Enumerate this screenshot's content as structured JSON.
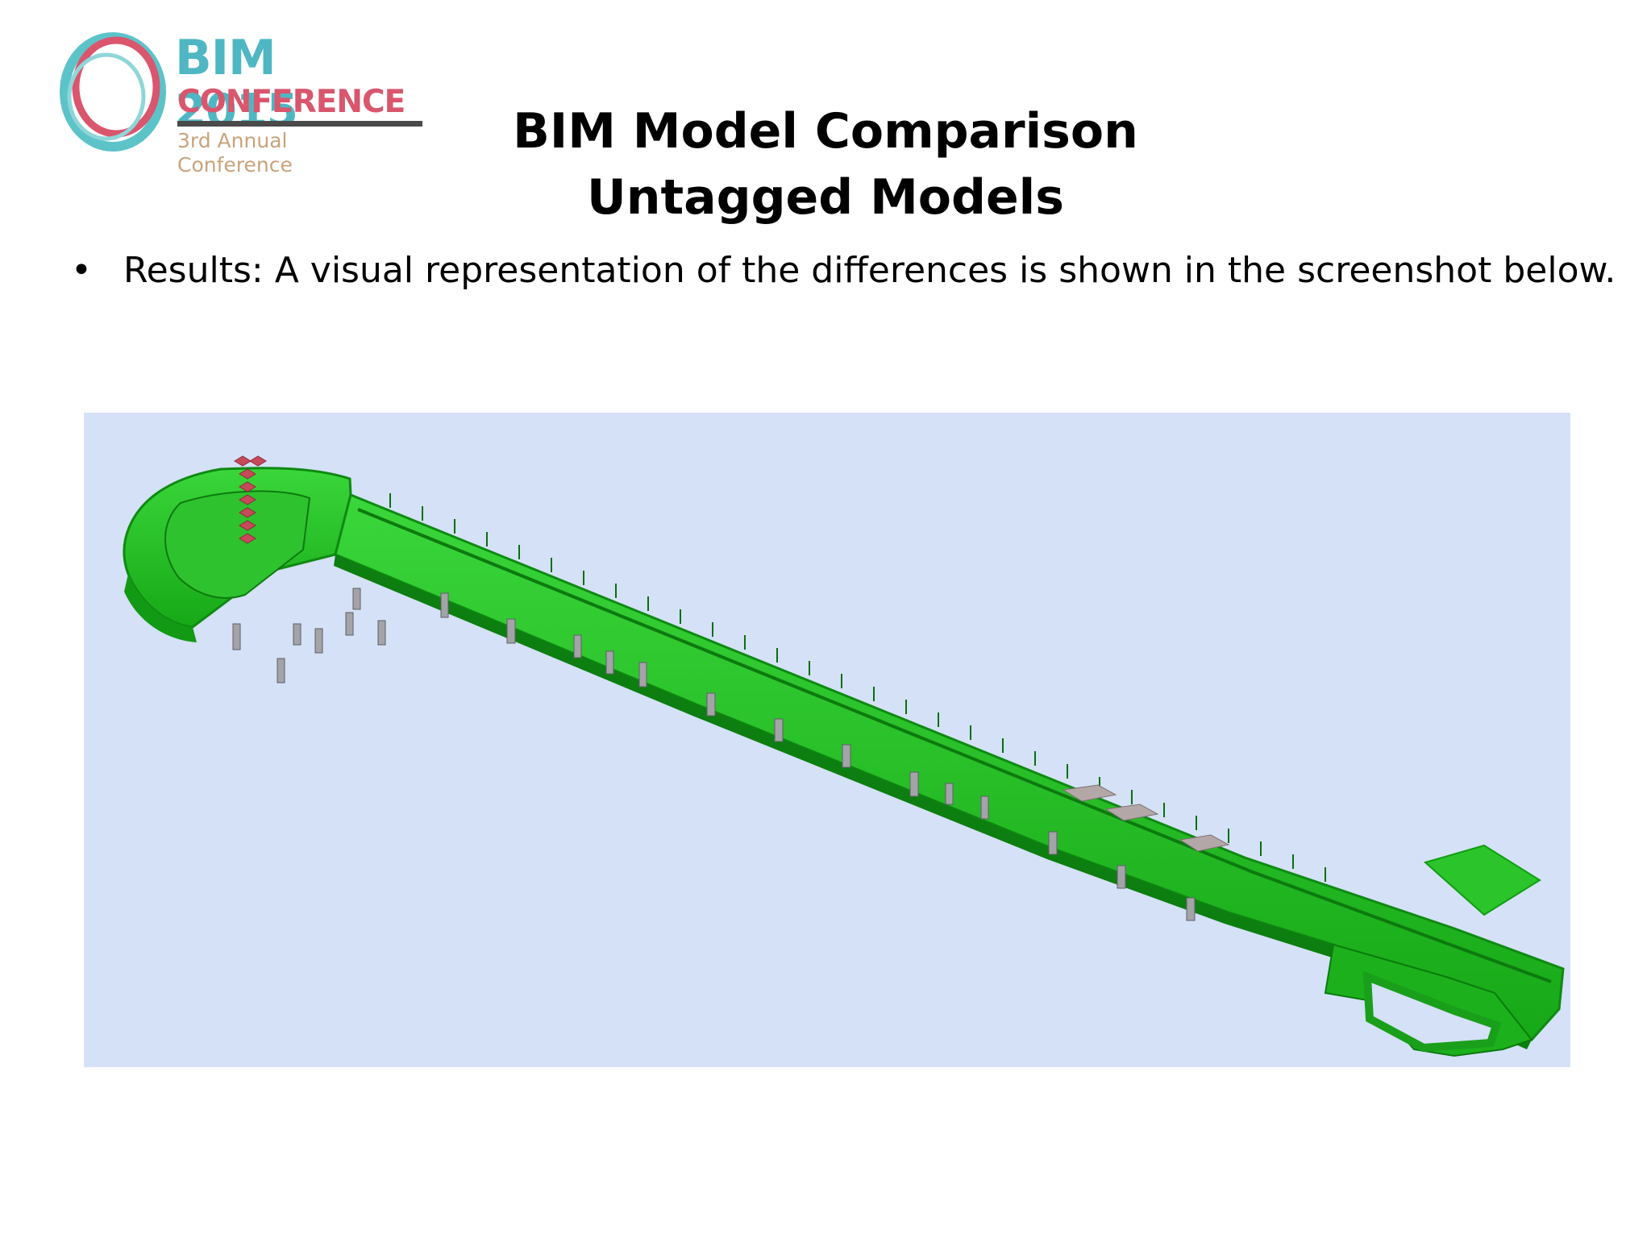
{
  "logo": {
    "word": "BIM",
    "year": "2015",
    "conference": "CONFERENCE",
    "subtitle": "3rd Annual Conference"
  },
  "slide": {
    "title_line1": "BIM Model Comparison",
    "title_line2": "Untagged Models",
    "bullet_symbol": "•",
    "bullet_text": "Results: A visual representation of the differences is shown in the screenshot below."
  },
  "colors": {
    "model_green": "#1fbf1f",
    "model_dark_green": "#0f8a12",
    "difference_red": "#c74a5a",
    "column_gray": "#a3a3a8",
    "viewport_bg": "#d4e1f7",
    "logo_teal": "#4fb7c4",
    "logo_pink": "#d9566d"
  }
}
